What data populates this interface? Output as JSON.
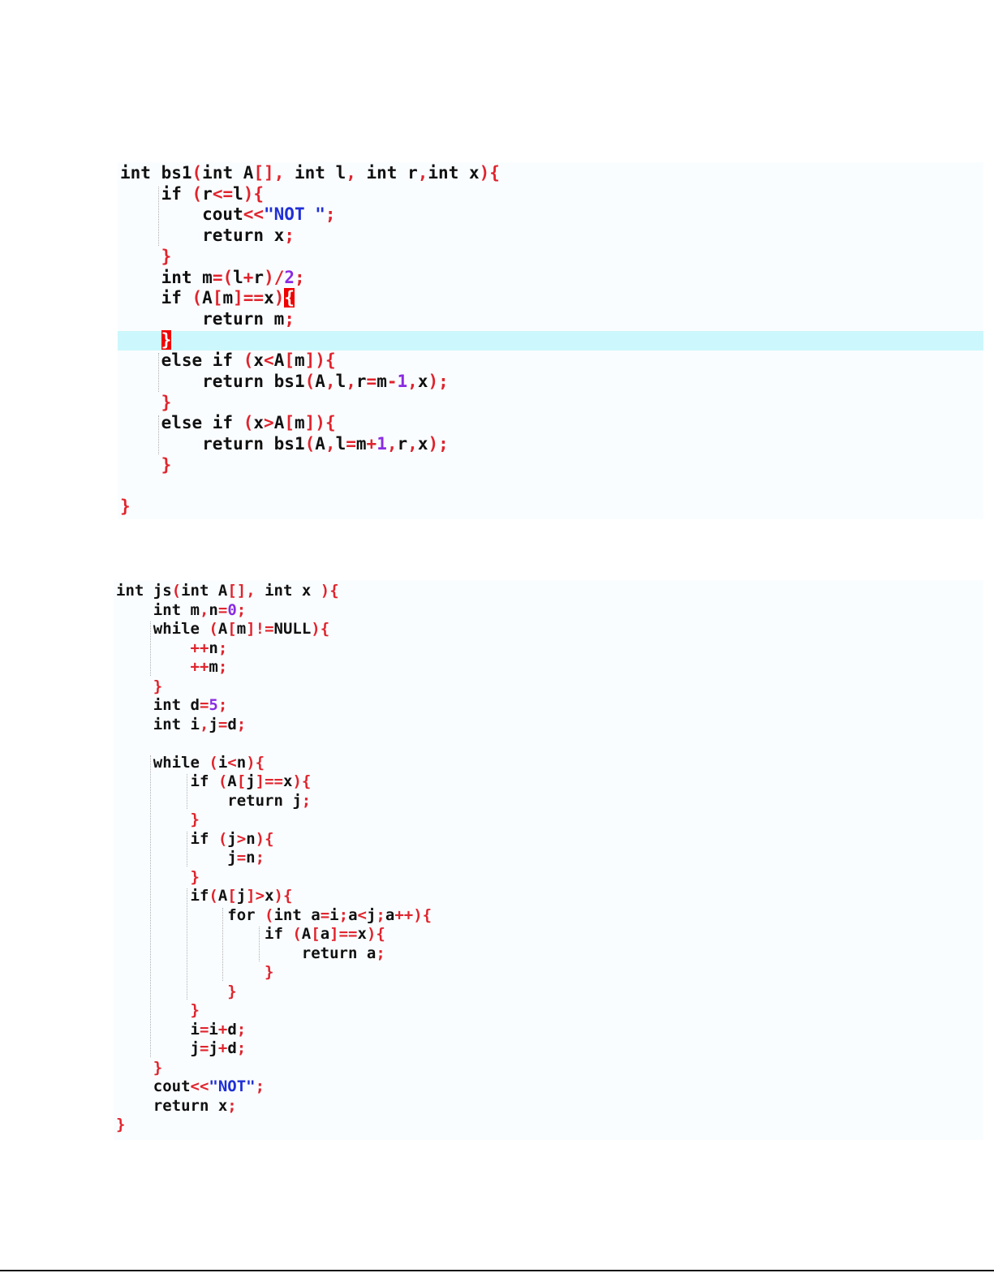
{
  "colors": {
    "keyword": "#111111",
    "punctuation": "#e0242d",
    "number": "#8a2be2",
    "string": "#1f2fd6",
    "current_line": "#ccf7fc",
    "brace_match": "#f00000"
  },
  "snippets": [
    {
      "id": "bs1",
      "lines": [
        [
          [
            "kw",
            "int "
          ],
          [
            "id",
            "bs1"
          ],
          [
            "p",
            "("
          ],
          [
            "kw",
            "int "
          ],
          [
            "id",
            "A"
          ],
          [
            "p",
            "[], "
          ],
          [
            "kw",
            "int "
          ],
          [
            "id",
            "l"
          ],
          [
            "p",
            ", "
          ],
          [
            "kw",
            "int "
          ],
          [
            "id",
            "r"
          ],
          [
            "p",
            ","
          ],
          [
            "kw",
            "int "
          ],
          [
            "id",
            "x"
          ],
          [
            "p",
            "){"
          ]
        ],
        [
          [
            "kw",
            "    if "
          ],
          [
            "p",
            "("
          ],
          [
            "id",
            "r"
          ],
          [
            "p",
            "<="
          ],
          [
            "id",
            "l"
          ],
          [
            "p",
            "){"
          ]
        ],
        [
          [
            "id",
            "        cout"
          ],
          [
            "p",
            "<<"
          ],
          [
            "str",
            "\"NOT \""
          ],
          [
            "p",
            ";"
          ]
        ],
        [
          [
            "kw",
            "        return "
          ],
          [
            "id",
            "x"
          ],
          [
            "p",
            ";"
          ]
        ],
        [
          [
            "p",
            "    }"
          ]
        ],
        [
          [
            "kw",
            "    int "
          ],
          [
            "id",
            "m"
          ],
          [
            "p",
            "=("
          ],
          [
            "id",
            "l"
          ],
          [
            "p",
            "+"
          ],
          [
            "id",
            "r"
          ],
          [
            "p",
            ")/"
          ],
          [
            "num",
            "2"
          ],
          [
            "p",
            ";"
          ]
        ],
        [
          [
            "kw",
            "    if "
          ],
          [
            "p",
            "("
          ],
          [
            "id",
            "A"
          ],
          [
            "p",
            "["
          ],
          [
            "id",
            "m"
          ],
          [
            "p",
            "]=="
          ],
          [
            "id",
            "x"
          ],
          [
            "p",
            ")"
          ],
          [
            "brace_match",
            "{"
          ]
        ],
        [
          [
            "kw",
            "        return "
          ],
          [
            "id",
            "m"
          ],
          [
            "p",
            ";"
          ]
        ],
        [
          [
            "id",
            "    "
          ],
          [
            "brace_match2",
            "}"
          ]
        ],
        [
          [
            "kw",
            "    else if "
          ],
          [
            "p",
            "("
          ],
          [
            "id",
            "x"
          ],
          [
            "p",
            "<"
          ],
          [
            "id",
            "A"
          ],
          [
            "p",
            "["
          ],
          [
            "id",
            "m"
          ],
          [
            "p",
            "]){"
          ]
        ],
        [
          [
            "kw",
            "        return "
          ],
          [
            "id",
            "bs1"
          ],
          [
            "p",
            "("
          ],
          [
            "id",
            "A"
          ],
          [
            "p",
            ","
          ],
          [
            "id",
            "l"
          ],
          [
            "p",
            ","
          ],
          [
            "id",
            "r"
          ],
          [
            "p",
            "="
          ],
          [
            "id",
            "m"
          ],
          [
            "p",
            "-"
          ],
          [
            "num",
            "1"
          ],
          [
            "p",
            ","
          ],
          [
            "id",
            "x"
          ],
          [
            "p",
            ");"
          ]
        ],
        [
          [
            "p",
            "    }"
          ]
        ],
        [
          [
            "kw",
            "    else if "
          ],
          [
            "p",
            "("
          ],
          [
            "id",
            "x"
          ],
          [
            "p",
            ">"
          ],
          [
            "id",
            "A"
          ],
          [
            "p",
            "["
          ],
          [
            "id",
            "m"
          ],
          [
            "p",
            "]){"
          ]
        ],
        [
          [
            "kw",
            "        return "
          ],
          [
            "id",
            "bs1"
          ],
          [
            "p",
            "("
          ],
          [
            "id",
            "A"
          ],
          [
            "p",
            ","
          ],
          [
            "id",
            "l"
          ],
          [
            "p",
            "="
          ],
          [
            "id",
            "m"
          ],
          [
            "p",
            "+"
          ],
          [
            "num",
            "1"
          ],
          [
            "p",
            ","
          ],
          [
            "id",
            "r"
          ],
          [
            "p",
            ","
          ],
          [
            "id",
            "x"
          ],
          [
            "p",
            ");"
          ]
        ],
        [
          [
            "p",
            "    }"
          ]
        ],
        [],
        [
          [
            "p",
            "}"
          ]
        ]
      ]
    },
    {
      "id": "js",
      "lines": [
        [
          [
            "kw",
            "int "
          ],
          [
            "id",
            "js"
          ],
          [
            "p",
            "("
          ],
          [
            "kw",
            "int "
          ],
          [
            "id",
            "A"
          ],
          [
            "p",
            "[], "
          ],
          [
            "kw",
            "int "
          ],
          [
            "id",
            "x "
          ],
          [
            "p",
            "){"
          ]
        ],
        [
          [
            "kw",
            "    int "
          ],
          [
            "id",
            "m"
          ],
          [
            "p",
            ","
          ],
          [
            "id",
            "n"
          ],
          [
            "p",
            "="
          ],
          [
            "num",
            "0"
          ],
          [
            "p",
            ";"
          ]
        ],
        [
          [
            "kw",
            "    while "
          ],
          [
            "p",
            "("
          ],
          [
            "id",
            "A"
          ],
          [
            "p",
            "["
          ],
          [
            "id",
            "m"
          ],
          [
            "p",
            "]!="
          ],
          [
            "id",
            "NULL"
          ],
          [
            "p",
            "){"
          ]
        ],
        [
          [
            "p",
            "        ++"
          ],
          [
            "id",
            "n"
          ],
          [
            "p",
            ";"
          ]
        ],
        [
          [
            "p",
            "        ++"
          ],
          [
            "id",
            "m"
          ],
          [
            "p",
            ";"
          ]
        ],
        [
          [
            "p",
            "    }"
          ]
        ],
        [
          [
            "kw",
            "    int "
          ],
          [
            "id",
            "d"
          ],
          [
            "p",
            "="
          ],
          [
            "num",
            "5"
          ],
          [
            "p",
            ";"
          ]
        ],
        [
          [
            "kw",
            "    int "
          ],
          [
            "id",
            "i"
          ],
          [
            "p",
            ","
          ],
          [
            "id",
            "j"
          ],
          [
            "p",
            "="
          ],
          [
            "id",
            "d"
          ],
          [
            "p",
            ";"
          ]
        ],
        [],
        [
          [
            "kw",
            "    while "
          ],
          [
            "p",
            "("
          ],
          [
            "id",
            "i"
          ],
          [
            "p",
            "<"
          ],
          [
            "id",
            "n"
          ],
          [
            "p",
            "){"
          ]
        ],
        [
          [
            "kw",
            "        if "
          ],
          [
            "p",
            "("
          ],
          [
            "id",
            "A"
          ],
          [
            "p",
            "["
          ],
          [
            "id",
            "j"
          ],
          [
            "p",
            "]=="
          ],
          [
            "id",
            "x"
          ],
          [
            "p",
            "){"
          ]
        ],
        [
          [
            "kw",
            "            return "
          ],
          [
            "id",
            "j"
          ],
          [
            "p",
            ";"
          ]
        ],
        [
          [
            "p",
            "        }"
          ]
        ],
        [
          [
            "kw",
            "        if "
          ],
          [
            "p",
            "("
          ],
          [
            "id",
            "j"
          ],
          [
            "p",
            ">"
          ],
          [
            "id",
            "n"
          ],
          [
            "p",
            "){"
          ]
        ],
        [
          [
            "id",
            "            j"
          ],
          [
            "p",
            "="
          ],
          [
            "id",
            "n"
          ],
          [
            "p",
            ";"
          ]
        ],
        [
          [
            "p",
            "        }"
          ]
        ],
        [
          [
            "kw",
            "        if"
          ],
          [
            "p",
            "("
          ],
          [
            "id",
            "A"
          ],
          [
            "p",
            "["
          ],
          [
            "id",
            "j"
          ],
          [
            "p",
            "]>"
          ],
          [
            "id",
            "x"
          ],
          [
            "p",
            "){"
          ]
        ],
        [
          [
            "kw",
            "            for "
          ],
          [
            "p",
            "("
          ],
          [
            "kw",
            "int "
          ],
          [
            "id",
            "a"
          ],
          [
            "p",
            "="
          ],
          [
            "id",
            "i"
          ],
          [
            "p",
            ";"
          ],
          [
            "id",
            "a"
          ],
          [
            "p",
            "<"
          ],
          [
            "id",
            "j"
          ],
          [
            "p",
            ";"
          ],
          [
            "id",
            "a"
          ],
          [
            "p",
            "++){"
          ]
        ],
        [
          [
            "kw",
            "                if "
          ],
          [
            "p",
            "("
          ],
          [
            "id",
            "A"
          ],
          [
            "p",
            "["
          ],
          [
            "id",
            "a"
          ],
          [
            "p",
            "]=="
          ],
          [
            "id",
            "x"
          ],
          [
            "p",
            "){"
          ]
        ],
        [
          [
            "kw",
            "                    return "
          ],
          [
            "id",
            "a"
          ],
          [
            "p",
            ";"
          ]
        ],
        [
          [
            "p",
            "                }"
          ]
        ],
        [
          [
            "p",
            "            }"
          ]
        ],
        [
          [
            "p",
            "        }"
          ]
        ],
        [
          [
            "id",
            "        i"
          ],
          [
            "p",
            "="
          ],
          [
            "id",
            "i"
          ],
          [
            "p",
            "+"
          ],
          [
            "id",
            "d"
          ],
          [
            "p",
            ";"
          ]
        ],
        [
          [
            "id",
            "        j"
          ],
          [
            "p",
            "="
          ],
          [
            "id",
            "j"
          ],
          [
            "p",
            "+"
          ],
          [
            "id",
            "d"
          ],
          [
            "p",
            ";"
          ]
        ],
        [
          [
            "p",
            "    }"
          ]
        ],
        [
          [
            "id",
            "    cout"
          ],
          [
            "p",
            "<<"
          ],
          [
            "str",
            "\"NOT\""
          ],
          [
            "p",
            ";"
          ]
        ],
        [
          [
            "kw",
            "    return "
          ],
          [
            "id",
            "x"
          ],
          [
            "p",
            ";"
          ]
        ],
        [
          [
            "p",
            "}"
          ]
        ]
      ]
    }
  ]
}
